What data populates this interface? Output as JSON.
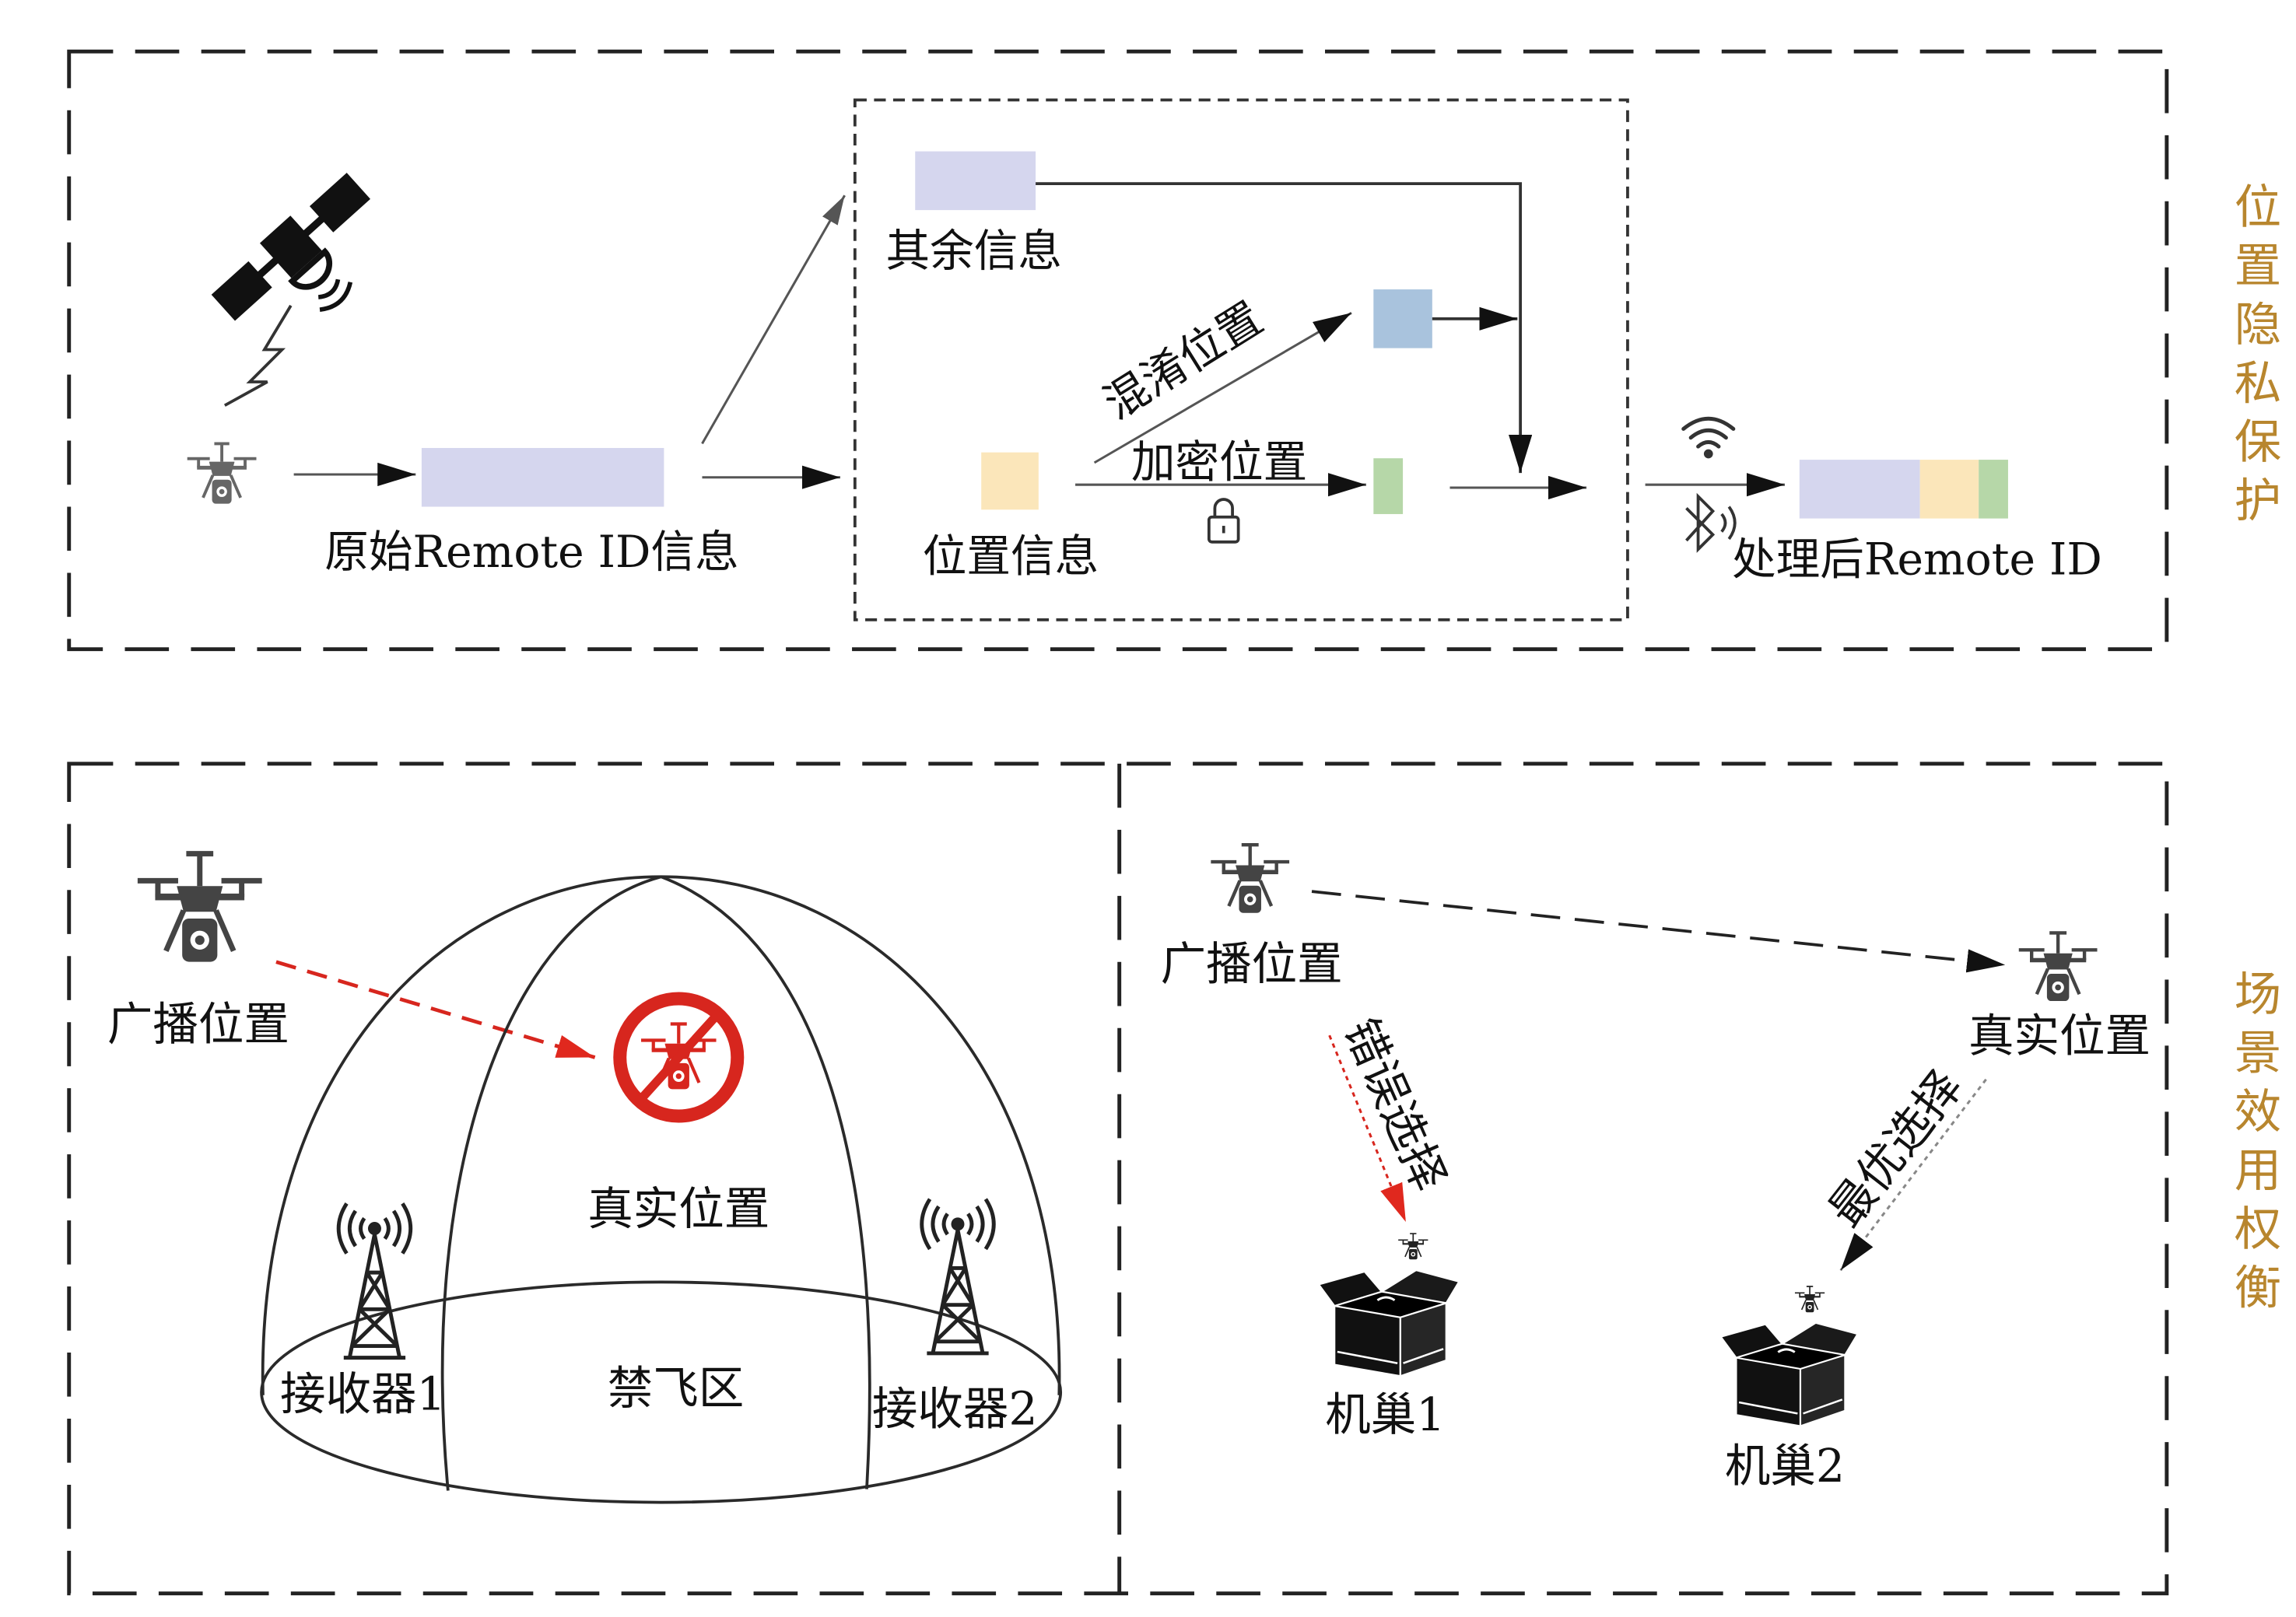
{
  "privacy_panel": {
    "title": "位置隐私保护",
    "original_label": "原始Remote ID信息",
    "other_info_label": "其余信息",
    "location_info_label": "位置信息",
    "obfuscate_label": "混淆位置",
    "encrypt_label": "加密位置",
    "processed_label": "处理后Remote ID"
  },
  "tradeoff_panel": {
    "title": "场景效用权衡",
    "no_fly": {
      "broadcast_label": "广播位置",
      "real_label": "真实位置",
      "receiver1_label": "接收器1",
      "receiver2_label": "接收器2",
      "zone_label": "禁飞区"
    },
    "dock": {
      "broadcast_label": "广播位置",
      "real_label": "真实位置",
      "wrong_choice_label": "错误选择",
      "best_choice_label": "最优选择",
      "dock1_label": "机巢1",
      "dock2_label": "机巢2"
    }
  },
  "colors": {
    "lavender": "#d5d6ee",
    "yellow": "#fbe6ba",
    "green": "#b6d7a8",
    "blue": "#a9c3dd",
    "gold": "#b8862e",
    "red": "#d7261e"
  },
  "icons": {
    "satellite": "satellite-icon",
    "signal": "lightning-icon",
    "drone": "drone-icon",
    "lock": "lock-icon",
    "wifi": "wifi-icon",
    "bluetooth": "bluetooth-icon",
    "tower": "tower-icon",
    "no_fly": "no-fly-icon",
    "dock": "drone-nest-icon"
  }
}
